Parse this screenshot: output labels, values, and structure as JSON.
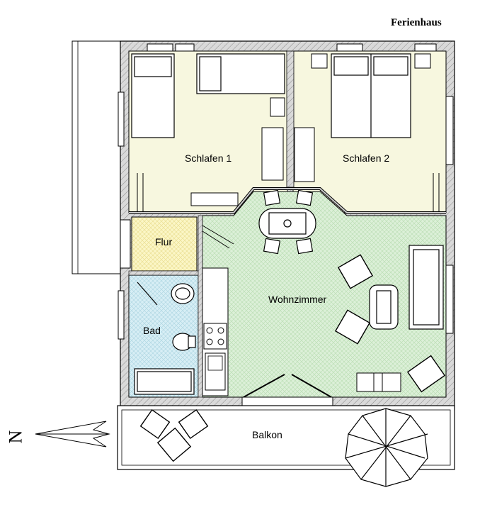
{
  "header": {
    "title": "Ferienhaus"
  },
  "rooms": {
    "schlafen1": "Schlafen 1",
    "schlafen2": "Schlafen 2",
    "flur": "Flur",
    "wohnzimmer": "Wohnzimmer",
    "bad": "Bad",
    "balkon": "Balkon"
  },
  "compass": {
    "label": "N"
  },
  "colors": {
    "bedroom": "#f7f7df",
    "flur": "#fbf6c6",
    "living": "#dcf0d8",
    "bath": "#d7eef5",
    "wall": "#d7d7d7",
    "line": "#000000"
  }
}
